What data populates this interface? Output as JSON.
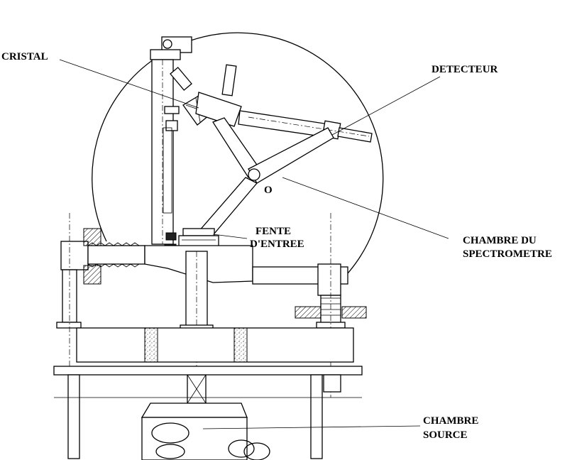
{
  "labels": {
    "cristal": "CRISTAL",
    "detecteur": "DETECTEUR",
    "origin": "O",
    "fente_line1": "FENTE",
    "fente_line2": "D'ENTREE",
    "chambre_spectro_line1": "CHAMBRE DU",
    "chambre_spectro_line2": "SPECTROMETRE",
    "chambre_source_line1": "CHAMBRE",
    "chambre_source_line2": "SOURCE"
  }
}
